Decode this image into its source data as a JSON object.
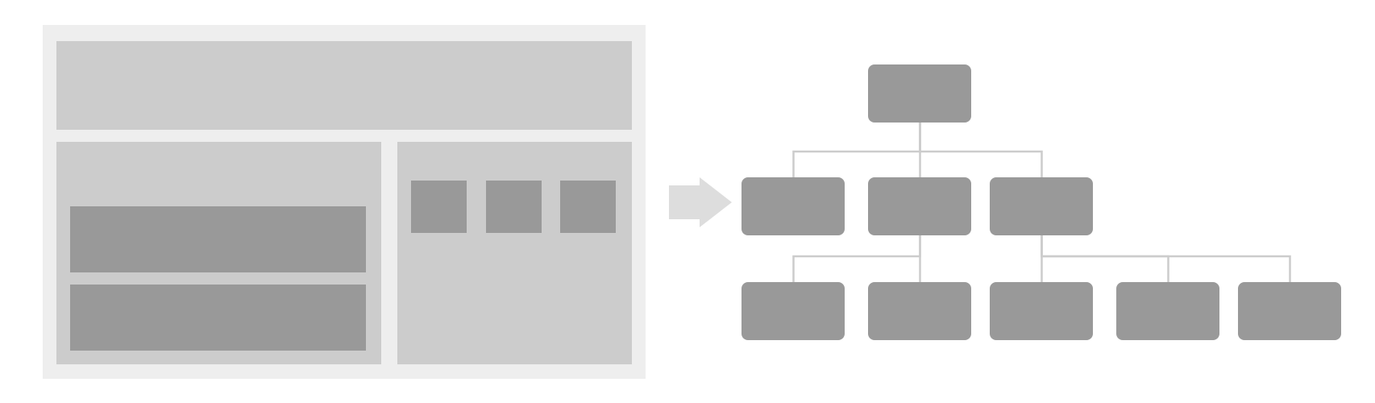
{
  "colors": {
    "frame": "#eeeeee",
    "panel": "#cccccc",
    "block": "#999999",
    "connector": "#cccccc",
    "arrow": "#dddddd",
    "background": "#ffffff"
  },
  "wireframe": {
    "sections": [
      "header-panel",
      "left-panel",
      "right-panel"
    ],
    "left_blocks": 2,
    "right_thumbnails": 3
  },
  "tree": {
    "levels": [
      1,
      3,
      5
    ],
    "edges": [
      [
        0,
        1
      ],
      [
        0,
        2
      ],
      [
        0,
        3
      ],
      [
        2,
        4
      ],
      [
        2,
        5
      ],
      [
        3,
        6
      ],
      [
        3,
        7
      ],
      [
        3,
        8
      ]
    ]
  },
  "icons": {
    "transition": "right-arrow-icon"
  }
}
